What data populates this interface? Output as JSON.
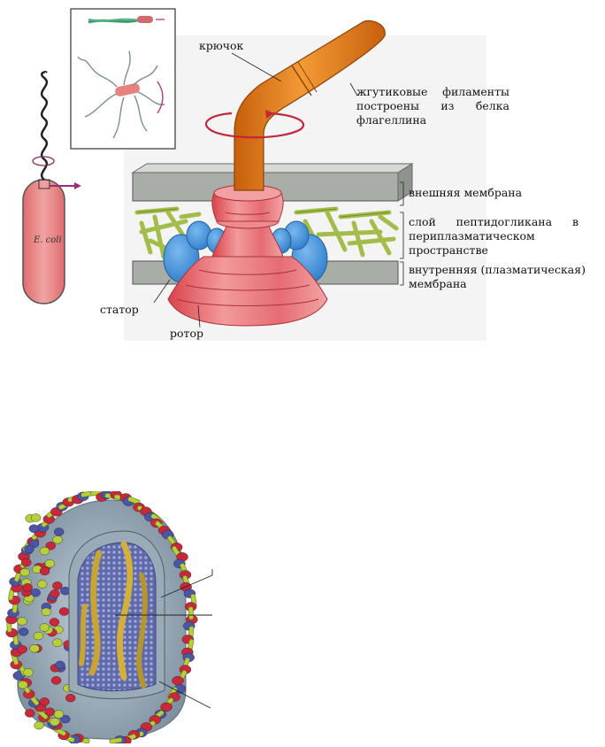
{
  "flagellum_figure": {
    "labels": {
      "hook": "крючок",
      "filaments_line1": "жгутиковые филаменты",
      "filaments_line2": "построены из белка",
      "filaments_line3": "флагеллина",
      "outer_membrane": "внешняя мембрана",
      "peptidoglycan_line1": "слой пептидогликана в",
      "peptidoglycan_line2": "периплазматическом",
      "peptidoglycan_line3": "пространстве",
      "inner_membrane_line1": "внутренняя (плазматическая)",
      "inner_membrane_line2": "мембрана",
      "stator": "статор",
      "rotor": "ротор",
      "ecoli": "E. coli"
    },
    "colors": {
      "hook_orange": "#e07a1a",
      "rotor_pink": "#e86a70",
      "stator_blue": "#3f8fd8",
      "membrane_gray": "#a9ada8",
      "peptidoglycan_green": "#a3bd4a"
    }
  },
  "virus_figure": {
    "colors": {
      "spike_green": "#b7cf3a",
      "spike_red": "#c8283a",
      "spike_blue": "#4a55a8",
      "envelope_gray": "#9fb0bd",
      "rna_gold": "#c8a530"
    }
  }
}
